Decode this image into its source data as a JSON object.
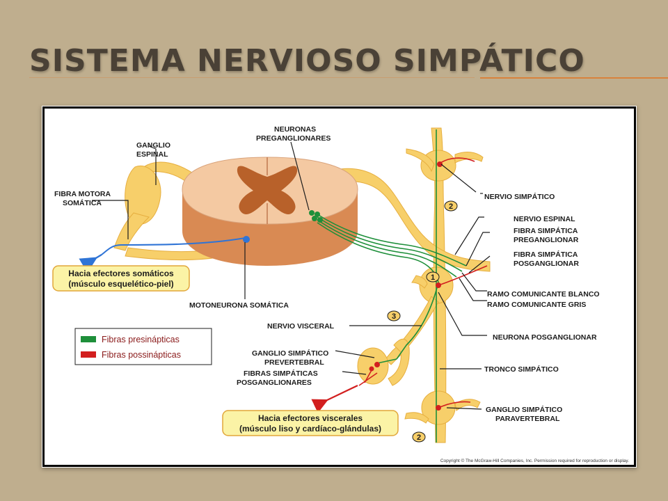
{
  "title": "SISTEMA NERVIOSO SIMPÁTICO",
  "colors": {
    "background": "#bfae8e",
    "title": "#4a4136",
    "accent_rule": "#d9823b",
    "nerve": "#f7cf6a",
    "cord_outer": "#f4c9a2",
    "gray_matter": "#b8612a",
    "presynaptic": "#1e8f3a",
    "postsynaptic": "#d21f1f",
    "somatic": "#2f74d6",
    "callout_fill": "#fbf3a6"
  },
  "labels": {
    "ganglio_espinal": [
      "GANGLIO",
      "ESPINAL"
    ],
    "fibra_motora": [
      "FIBRA MOTORA",
      "SOMÁTICA"
    ],
    "neuronas_pre": [
      "NEURONAS",
      "PREGANGLIONARES"
    ],
    "motoneurona": "MOTONEURONA SOMÁTICA",
    "nervio_simpatico": "NERVIO SIMPÁTICO",
    "nervio_espinal": "NERVIO ESPINAL",
    "fibra_pre": [
      "FIBRA SIMPÁTICA",
      "PREGANGLIONAR"
    ],
    "fibra_pos": [
      "FIBRA SIMPÁTICA",
      "POSGANGLIONAR"
    ],
    "ramo_blanco": "RAMO COMUNICANTE BLANCO",
    "ramo_gris": "RAMO COMUNICANTE GRIS",
    "neurona_pos": "NEURONA POSGANGLIONAR",
    "nervio_visceral": "NERVIO VISCERAL",
    "ganglio_pre": [
      "GANGLIO SIMPÁTICO",
      "PREVERTEBRAL"
    ],
    "fibras_pos": [
      "FIBRAS SIMPÁTICAS",
      "POSGANGLIONARES"
    ],
    "tronco": "TRONCO SIMPÁTICO",
    "ganglio_para": [
      "GANGLIO SIMPÁTICO",
      "PARAVERTEBRAL"
    ]
  },
  "callouts": {
    "somaticos": [
      "Hacia efectores somáticos",
      "(músculo esquelético-piel)"
    ],
    "viscerales": [
      "Hacia efectores viscerales",
      "(músculo liso y cardíaco-glándulas)"
    ]
  },
  "legend": {
    "presinapticas": "Fibras presinápticas",
    "possinapticas": "Fibras possinápticas"
  },
  "markers": {
    "one": "1",
    "two": "2",
    "three": "3"
  },
  "copyright": "Copyright © The McGraw-Hill Companies, Inc. Permission required for reproduction or display."
}
